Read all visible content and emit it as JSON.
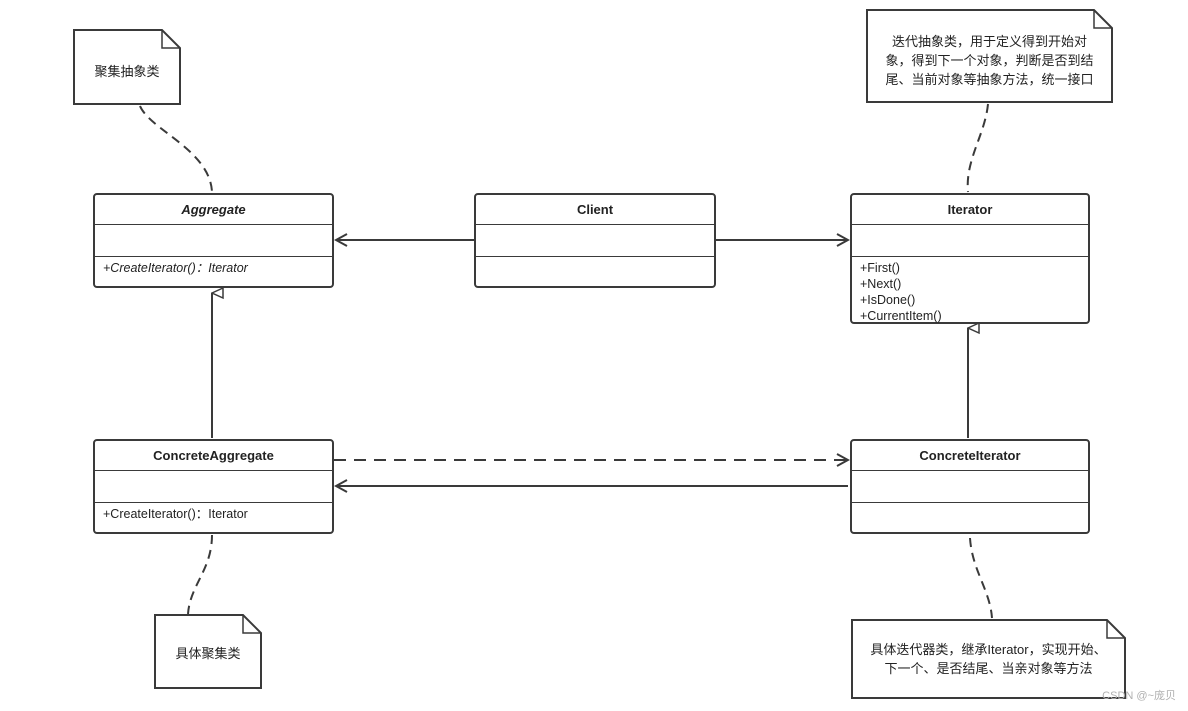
{
  "classes": {
    "aggregate": {
      "name": "Aggregate",
      "operations": [
        "+CreateIterator()：Iterator"
      ]
    },
    "client": {
      "name": "Client",
      "operations": []
    },
    "iterator": {
      "name": "Iterator",
      "operations": [
        "+First()",
        "+Next()",
        "+IsDone()",
        "+CurrentItem()"
      ]
    },
    "concrete_aggregate": {
      "name": "ConcreteAggregate",
      "operations": [
        "+CreateIterator()：Iterator"
      ]
    },
    "concrete_iterator": {
      "name": "ConcreteIterator",
      "operations": []
    }
  },
  "notes": {
    "aggregate_note": "聚集抽象类",
    "iterator_note_lines": [
      "迭代抽象类，用于定义得到开始对",
      "象，得到下一个对象，判断是否到结",
      "尾、当前对象等抽象方法，统一接口"
    ],
    "concrete_aggregate_note": "具体聚集类",
    "concrete_iterator_note_lines": [
      "具体迭代器类，继承Iterator，实现开始、",
      "下一个、是否结尾、当亲对象等方法"
    ]
  },
  "watermark": "CSDN @~庞贝"
}
